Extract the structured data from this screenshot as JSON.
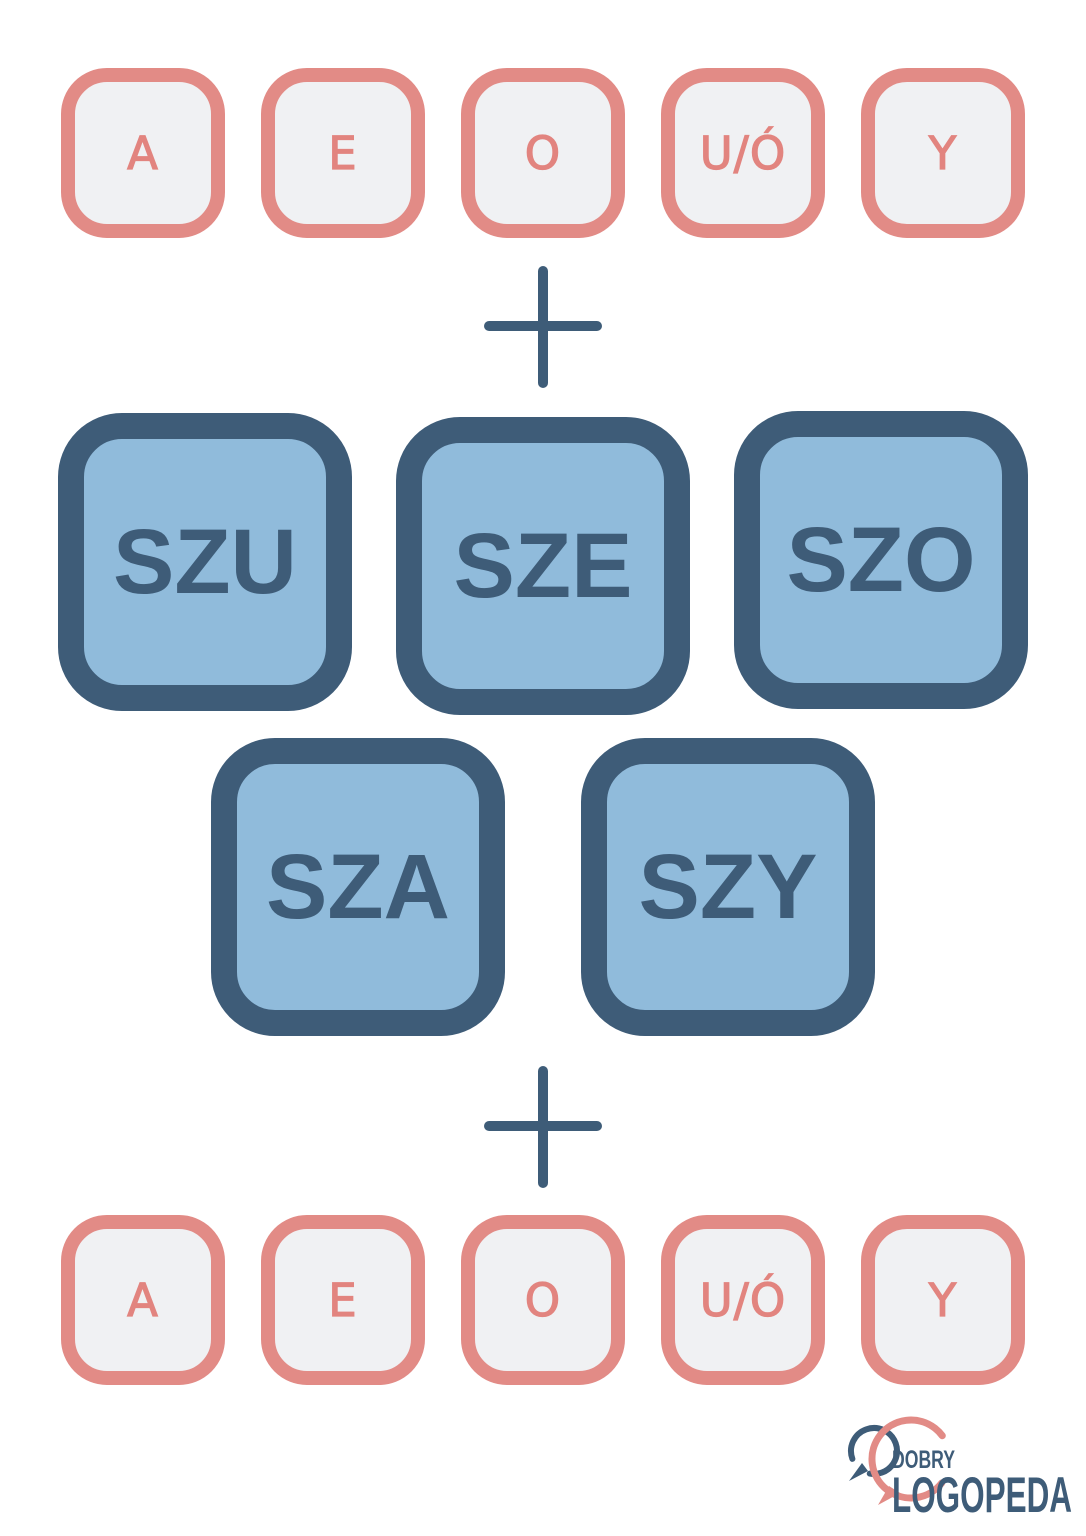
{
  "colors": {
    "background": "#ffffff",
    "salmon_border": "#e28b86",
    "salmon_text": "#e2847f",
    "vowel_tile_fill": "#f0f1f3",
    "blue_dark": "#3e5c78",
    "blue_light": "#90bbdb"
  },
  "vowels": [
    "A",
    "E",
    "O",
    "U/Ó",
    "Y"
  ],
  "syllables_row1": [
    "SZU",
    "SZE",
    "SZO"
  ],
  "syllables_row2": [
    "SZA",
    "SZY"
  ],
  "icons": {
    "separator": "plus-icon",
    "logo_bubbles": "speech-bubbles-icon"
  },
  "logo": {
    "line1": "DOBRY",
    "line2": "LOGOPEDA"
  }
}
